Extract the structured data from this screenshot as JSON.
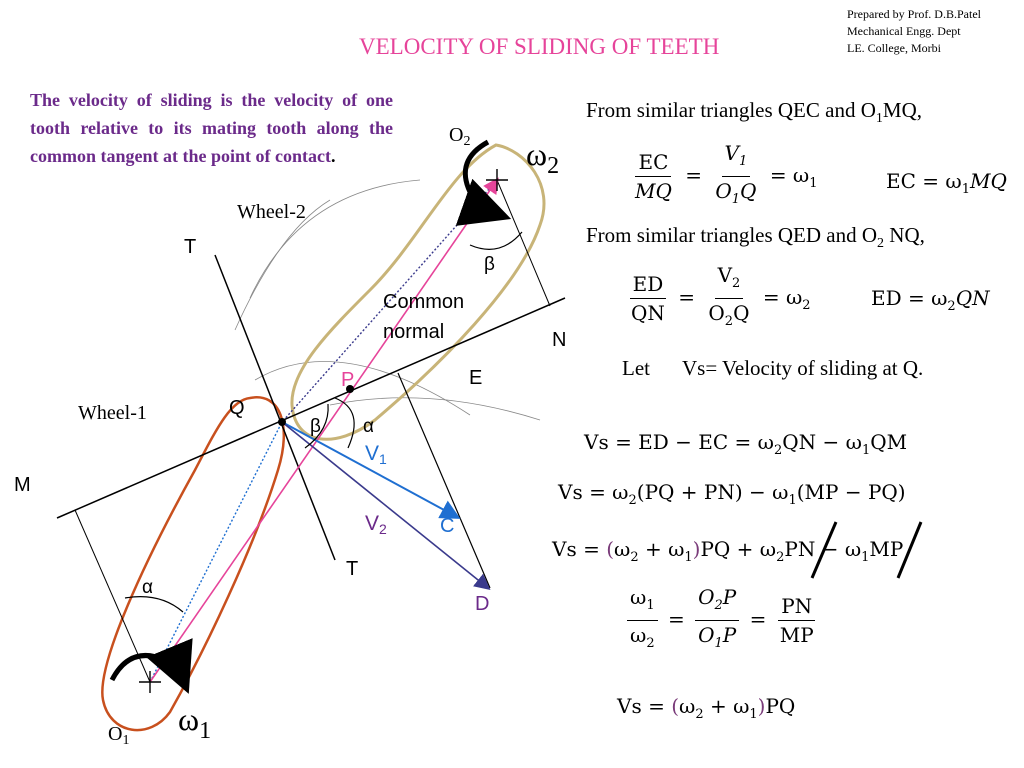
{
  "credit": {
    "line1": "Prepared by Prof. D.B.Patel",
    "line2": "Mechanical Engg. Dept",
    "line3": "LE. College, Morbi"
  },
  "title": "VELOCITY OF SLIDING OF TEETH",
  "intro": {
    "main": "The velocity of sliding is the velocity of one tooth relative to its mating tooth along the common tangent at the point of contact",
    "end": "."
  },
  "diagram": {
    "wheel2": "Wheel-2",
    "wheel1": "Wheel-1",
    "T": "T",
    "M": "M",
    "N": "N",
    "E": "E",
    "P": "P",
    "Q": "Q",
    "C": "C",
    "D": "D",
    "common": "Common",
    "normal": "normal",
    "alpha": "α",
    "beta": "β",
    "V": "V",
    "s1": "1",
    "s2": "2",
    "O": "O",
    "omega": "ω",
    "colors": {
      "pink": "#e6449a",
      "purple": "#6b2a8a",
      "blue": "#1f6fd1",
      "navy": "#3a3a8c",
      "wheel1": "#c8501e",
      "wheel2": "#c8b478"
    }
  },
  "right": {
    "sim1": {
      "a": "From similar triangles QEC and O",
      "sub": "1",
      "b": "MQ,"
    },
    "sim2": {
      "a": "From similar triangles QED and O",
      "sub": "2",
      "b": " NQ,"
    },
    "let": {
      "a": "Let",
      "b": "Vs= Velocity of sliding at Q."
    },
    "eq1": {
      "num1": "EC",
      "den1": "MQ",
      "num2": "V",
      "num2sub": "1",
      "den2": "O",
      "den2sub": "1",
      "den2b": "Q",
      "rhs": "= ω",
      "rhssub": "1"
    },
    "eq1b": {
      "a": "EC = ω",
      "sub": "1",
      "b": "MQ"
    },
    "eq2": {
      "num1": "ED",
      "den1": "QN",
      "num2": "V",
      "num2sub": "2",
      "den2": "O",
      "den2sub": "2",
      "den2b": "Q",
      "rhs": "= ω",
      "rhssub": "2"
    },
    "eq2b": {
      "a": "ED = ω",
      "sub": "2",
      "b": "QN"
    },
    "eq3": {
      "a": "Vs = ED − EC = ω",
      "s1": "2",
      "b": "QN − ω",
      "s2": "1",
      "c": "QM"
    },
    "eq4": {
      "a": "Vs = ω",
      "s1": "2",
      "b": "(PQ + PN) − ω",
      "s2": "1",
      "c": "(MP − PQ)"
    },
    "eq5": {
      "a": "Vs = ",
      "p1": "(",
      "b": "ω",
      "s1": "2",
      "c": " + ω",
      "s2": "1",
      "p2": ")",
      "d": "PQ + ω",
      "s3": "2",
      "e": "PN − ω",
      "s4": "1",
      "f": "MP"
    },
    "eq6": {
      "n1": "ω",
      "n1s": "1",
      "d1": "ω",
      "d1s": "2",
      "n2": "O",
      "n2s": "2",
      "n2b": "P",
      "d2": "O",
      "d2s": "1",
      "d2b": "P",
      "n3": "PN",
      "d3": "MP"
    },
    "eq7": {
      "a": "Vs = ",
      "p1": "(",
      "b": "ω",
      "s1": "2",
      "c": " + ω",
      "s2": "1",
      "p2": ")",
      "d": "PQ"
    }
  }
}
